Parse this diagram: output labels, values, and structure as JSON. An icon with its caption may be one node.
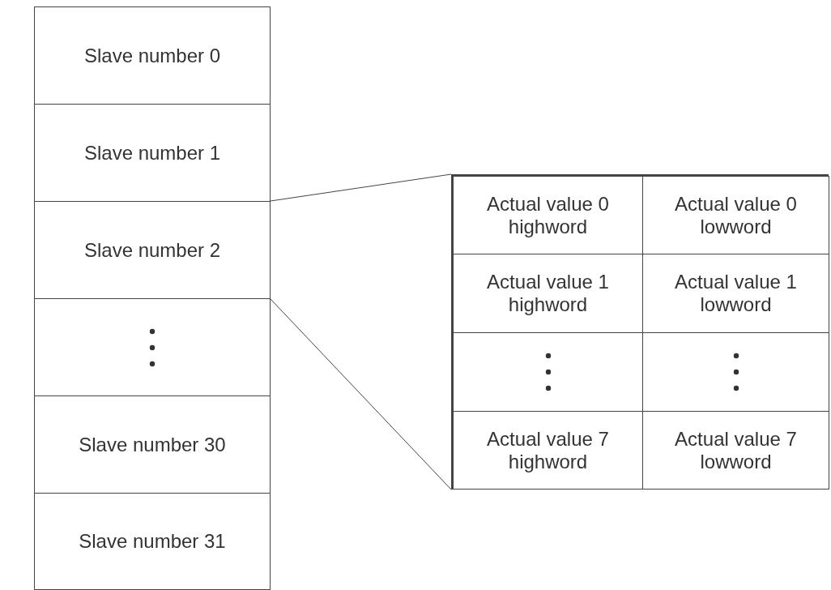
{
  "diagram": {
    "nodes": [
      {
        "text": [
          "Slave number 0"
        ]
      },
      {
        "text": [
          "Slave number 1"
        ]
      },
      {
        "text": [
          "Slave number 2"
        ]
      },
      {
        "text": [],
        "shape": "box"
      },
      {
        "text": [
          "Slave number 30"
        ]
      },
      {
        "text": [
          "Slave number 31"
        ]
      },
      {
        "text": [],
        "shape": "box"
      },
      {
        "text": [
          "Actual value 0 highword"
        ],
        "in": 6
      },
      {
        "text": [
          "Actual value 0 lowword"
        ],
        "in": 6
      },
      {
        "text": [
          "Actual value 1 highword"
        ],
        "in": 6
      },
      {
        "text": [
          "Actual value 1 lowword"
        ],
        "in": 6
      },
      {
        "text": [],
        "shape": "box",
        "in": 6
      },
      {
        "text": [],
        "shape": "box",
        "in": 6
      },
      {
        "text": [
          "Actual value 7 highword"
        ],
        "in": 6
      },
      {
        "text": [
          "Actual value 7 lowword"
        ],
        "in": 6
      }
    ],
    "edges": [
      {
        "from": 2,
        "to": 6,
        "arrow": "none"
      },
      {
        "from": 2,
        "to": 6,
        "arrow": "none"
      }
    ]
  }
}
